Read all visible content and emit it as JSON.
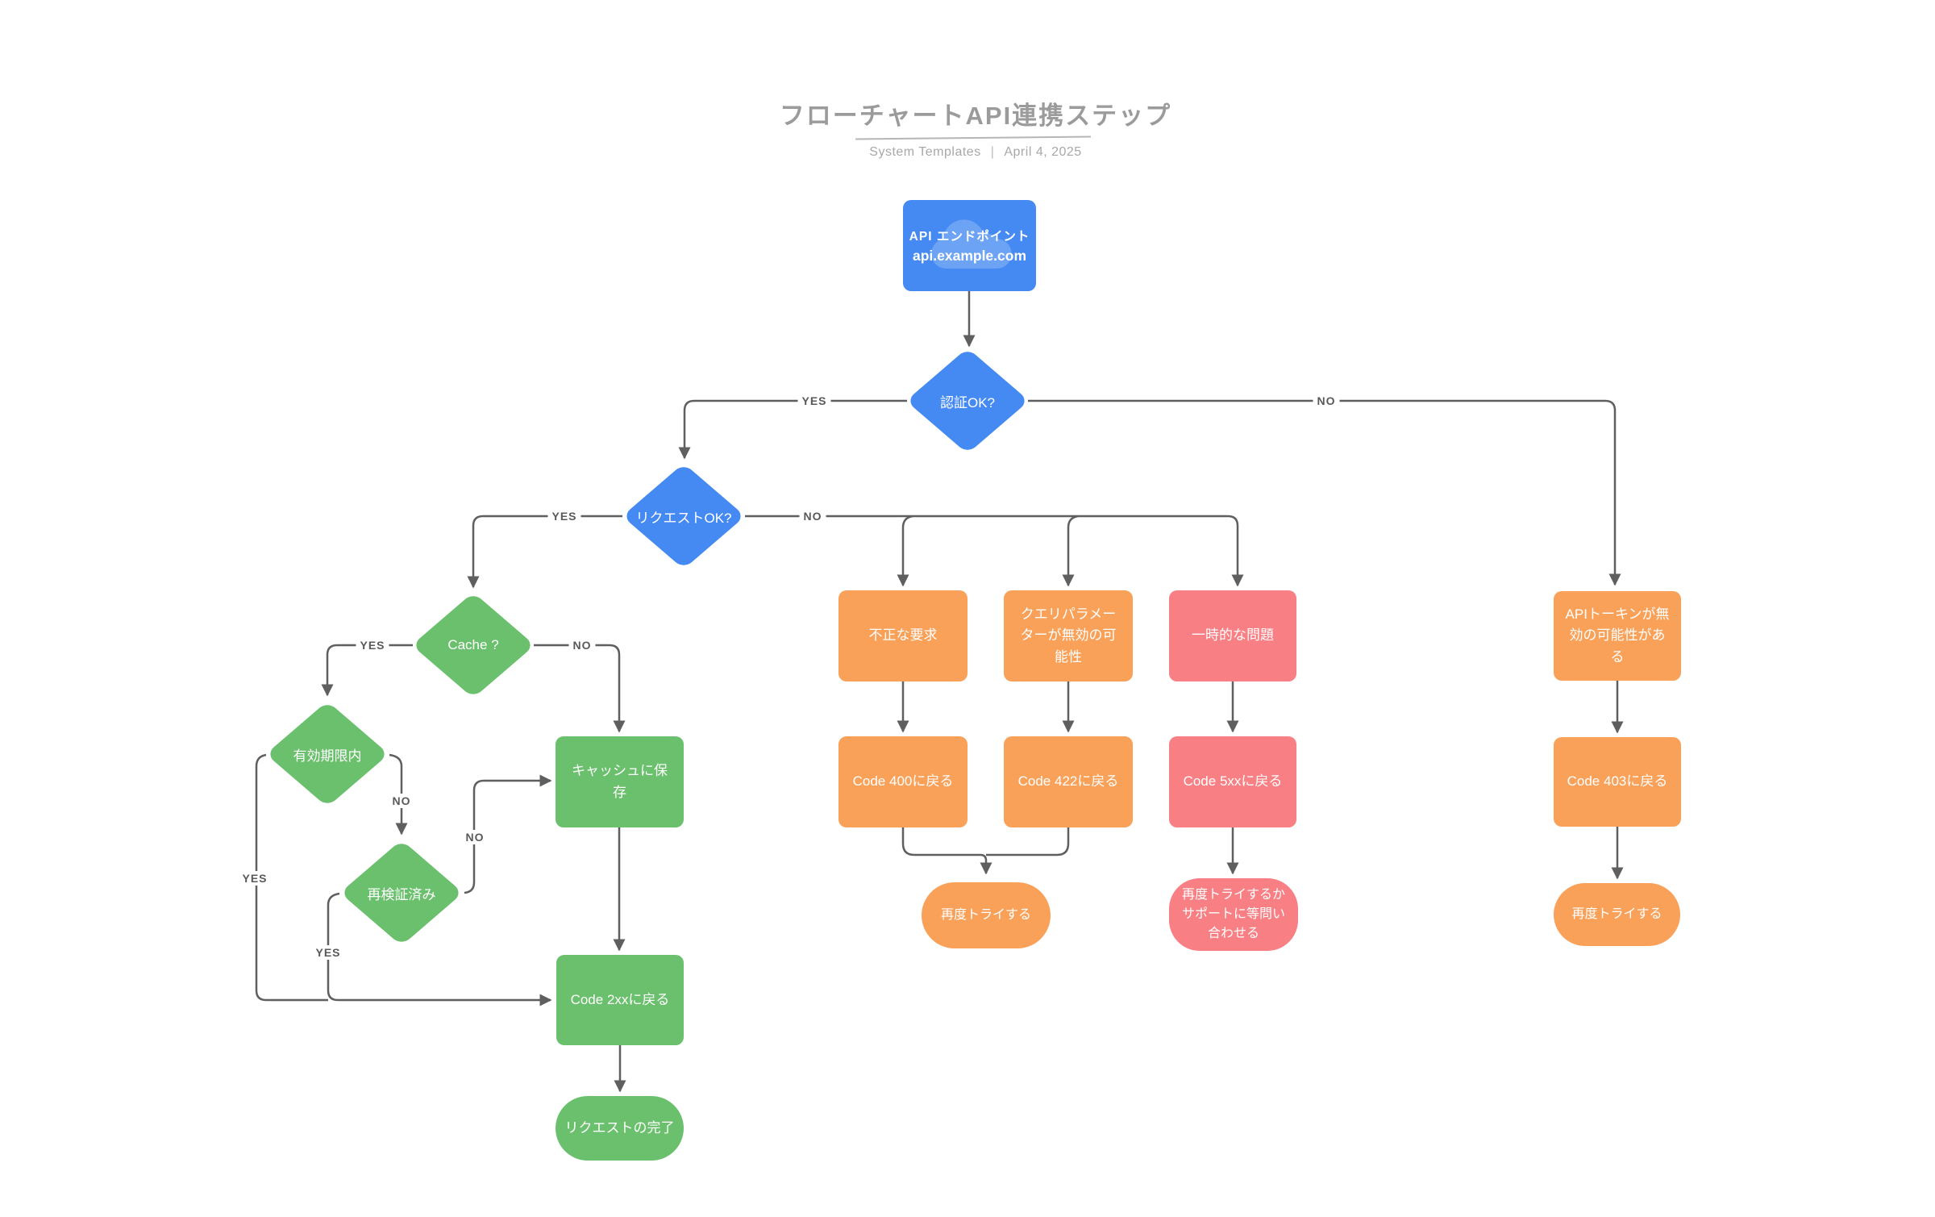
{
  "header": {
    "title": "フローチャートAPI連携ステップ",
    "subtitle_left": "System Templates",
    "subtitle_divider": "|",
    "subtitle_right": "April 4, 2025"
  },
  "colors": {
    "blue": "#4589F2",
    "green": "#6AC06C",
    "orange": "#F9A159",
    "red": "#F87F83",
    "connector": "#5F5F5F",
    "edge_label_text": "#595959",
    "title_text": "#9B9B9B",
    "subtitle_text": "#A8A8A8",
    "node_text": "#FFFFFF"
  },
  "nodes": {
    "api_endpoint": {
      "line1": "API エンドポイント",
      "line2": "api.example.com"
    },
    "auth_ok": {
      "label": "認証OK?"
    },
    "request_ok": {
      "label": "リクエストOK?"
    },
    "cache": {
      "label": "Cache ?"
    },
    "valid_period": {
      "label": "有効期限内"
    },
    "revalidated": {
      "label": "再検証済み"
    },
    "save_cache": {
      "label": "キャッシュに保存"
    },
    "code_2xx": {
      "label": "Code 2xxに戻る"
    },
    "request_complete": {
      "label": "リクエストの完了"
    },
    "bad_request": {
      "label": "不正な要求"
    },
    "query_param_invalid": {
      "label": "クエリパラメーターが無効の可能性"
    },
    "temporary_issue": {
      "label": "一時的な問題"
    },
    "code_400": {
      "label": "Code 400に戻る"
    },
    "code_422": {
      "label": "Code 422に戻る"
    },
    "code_5xx": {
      "label": "Code 5xxに戻る"
    },
    "retry_center": {
      "label": "再度トライする"
    },
    "retry_or_support": {
      "label": "再度トライするかサポートに等問い合わせる"
    },
    "api_token_invalid": {
      "label": "APIトーキンが無効の可能性がある"
    },
    "code_403": {
      "label": "Code 403に戻る"
    },
    "retry_right": {
      "label": "再度トライする"
    }
  },
  "edge_labels": {
    "auth_yes": "YES",
    "auth_no": "NO",
    "request_yes": "YES",
    "request_no": "NO",
    "cache_yes": "YES",
    "cache_no": "NO",
    "valid_yes": "YES",
    "valid_no": "NO",
    "revalid_yes": "YES",
    "revalid_no": "NO"
  }
}
